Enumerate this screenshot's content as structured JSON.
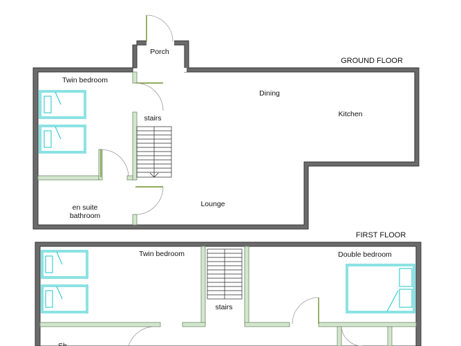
{
  "ground_floor": {
    "title": "GROUND FLOOR",
    "rooms": {
      "porch": "Porch",
      "twin_bedroom": "Twin bedroom",
      "dining": "Dining",
      "kitchen": "Kitchen",
      "stairs": "stairs",
      "lounge": "Lounge",
      "ensuite_line1": "en suite",
      "ensuite_line2": "bathroom"
    }
  },
  "first_floor": {
    "title": "FIRST FLOOR",
    "rooms": {
      "twin_bedroom": "Twin bedroom",
      "double_bedroom": "Double bedroom",
      "stairs": "stairs",
      "partial_label": "Sh"
    }
  },
  "colors": {
    "outer_wall": "#6b6b6b",
    "inner_wall": "#d4e6cf",
    "door_leaf": "#6f8f2a",
    "bed_outline": "#19c4c9"
  }
}
